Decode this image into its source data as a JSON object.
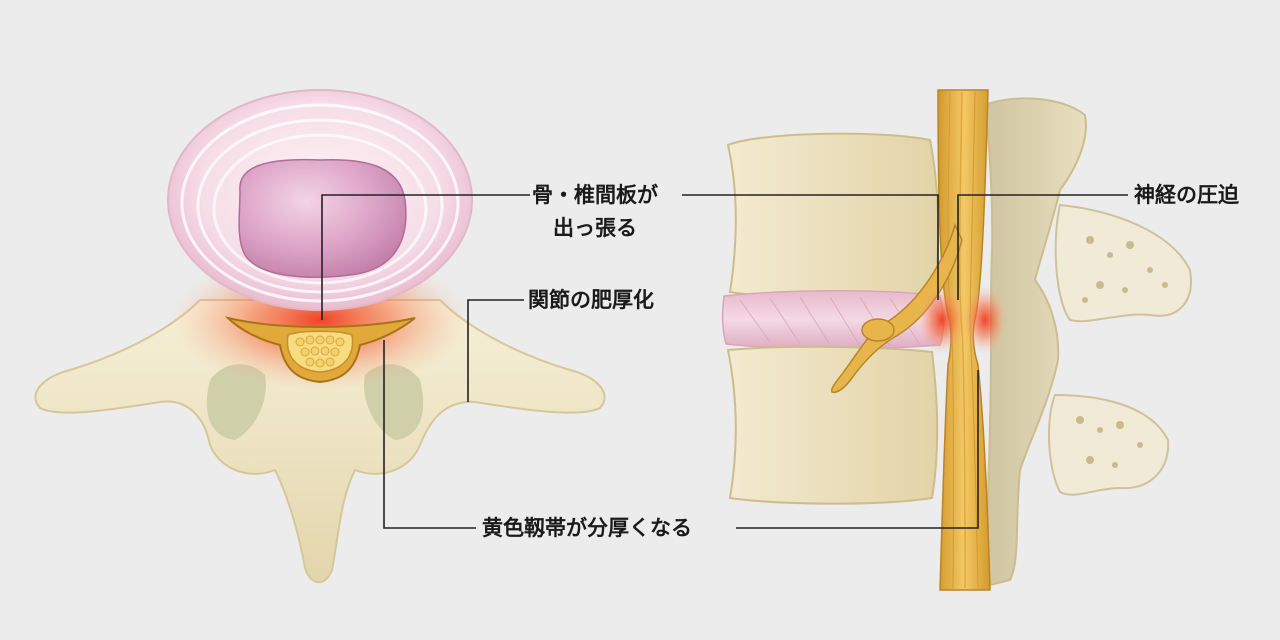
{
  "labels": {
    "bone_disc_line1": "骨・椎間板が",
    "bone_disc_line2": "出っ張る",
    "facet_joint": "関節の肥厚化",
    "ligament": "黄色靱帯が分厚くなる",
    "nerve": "神経の圧迫"
  },
  "colors": {
    "background": "#ececec",
    "bone": "#efe6c8",
    "disc_ring": "#f3dde6",
    "nucleus": "#e0a9cb",
    "nerve": "#e9b84a",
    "inflammation": "#f04a2a",
    "leader_line": "#222222"
  }
}
